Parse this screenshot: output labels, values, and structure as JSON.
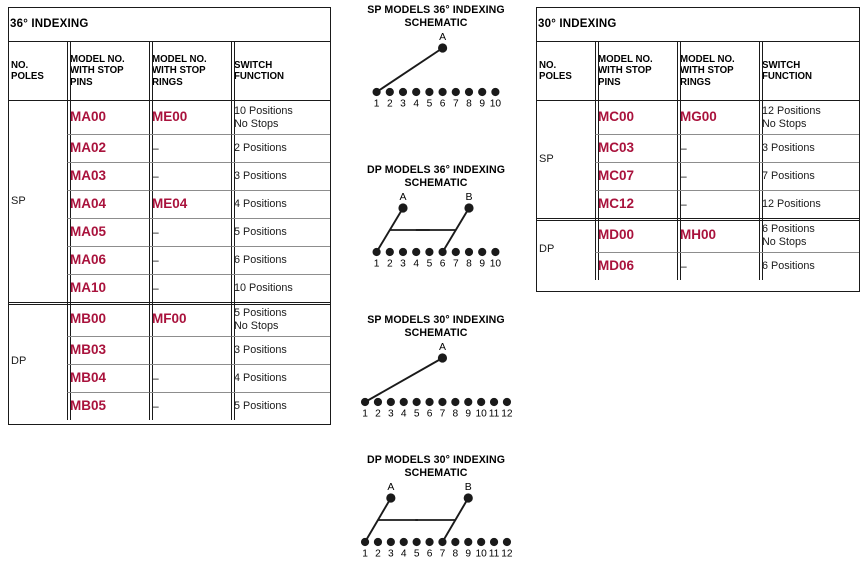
{
  "tables": [
    {
      "id": "indexing-36",
      "title": "36° INDEXING",
      "columns": [
        "NO.\nPOLES",
        "MODEL NO.\nWITH STOP\nPINS",
        "MODEL NO.\nWITH STOP\nRINGS",
        "SWITCH\nFUNCTION"
      ],
      "columns_lines": [
        [
          "NO.",
          "POLES"
        ],
        [
          "MODEL NO.",
          "WITH STOP",
          "PINS"
        ],
        [
          "MODEL NO.",
          "WITH STOP",
          "RINGS"
        ],
        [
          "SWITCH",
          "FUNCTION"
        ]
      ],
      "groups": [
        {
          "poles": "SP",
          "rows": [
            {
              "pins": "MA00",
              "rings": "ME00",
              "function": "10 Positions\nNo Stops",
              "function_lines": [
                "10 Positions",
                "No Stops"
              ]
            },
            {
              "pins": "MA02",
              "rings": "–",
              "function": "2 Positions",
              "function_lines": [
                "2 Positions"
              ]
            },
            {
              "pins": "MA03",
              "rings": "–",
              "function": "3 Positions",
              "function_lines": [
                "3 Positions"
              ]
            },
            {
              "pins": "MA04",
              "rings": "ME04",
              "function": "4 Positions",
              "function_lines": [
                "4 Positions"
              ]
            },
            {
              "pins": "MA05",
              "rings": "–",
              "function": "5 Positions",
              "function_lines": [
                "5 Positions"
              ]
            },
            {
              "pins": "MA06",
              "rings": "–",
              "function": "6 Positions",
              "function_lines": [
                "6 Positions"
              ]
            },
            {
              "pins": "MA10",
              "rings": "–",
              "function": "10 Positions",
              "function_lines": [
                "10 Positions"
              ]
            }
          ]
        },
        {
          "poles": "DP",
          "rows": [
            {
              "pins": "MB00",
              "rings": "MF00",
              "function": "5 Positions\nNo Stops",
              "function_lines": [
                "5 Positions",
                "No Stops"
              ]
            },
            {
              "pins": "MB03",
              "rings": "",
              "function": "3 Positions",
              "function_lines": [
                "3 Positions"
              ]
            },
            {
              "pins": "MB04",
              "rings": "–",
              "function": "4 Positions",
              "function_lines": [
                "4 Positions"
              ]
            },
            {
              "pins": "MB05",
              "rings": "–",
              "function": "5 Positions",
              "function_lines": [
                "5 Positions"
              ]
            }
          ]
        }
      ]
    },
    {
      "id": "indexing-30",
      "title": "30° INDEXING",
      "columns": [
        "NO.\nPOLES",
        "MODEL NO.\nWITH STOP\nPINS",
        "MODEL NO.\nWITH STOP\nRINGS",
        "SWITCH\nFUNCTION"
      ],
      "columns_lines": [
        [
          "NO.",
          "POLES"
        ],
        [
          "MODEL NO.",
          "WITH STOP",
          "PINS"
        ],
        [
          "MODEL NO.",
          "WITH STOP",
          "RINGS"
        ],
        [
          "SWITCH",
          "FUNCTION"
        ]
      ],
      "groups": [
        {
          "poles": "SP",
          "rows": [
            {
              "pins": "MC00",
              "rings": "MG00",
              "function": "12 Positions\nNo Stops",
              "function_lines": [
                "12 Positions",
                "No Stops"
              ]
            },
            {
              "pins": "MC03",
              "rings": "–",
              "function": "3 Positions",
              "function_lines": [
                "3 Positions"
              ]
            },
            {
              "pins": "MC07",
              "rings": "–",
              "function": "7 Positions",
              "function_lines": [
                "7 Positions"
              ]
            },
            {
              "pins": "MC12",
              "rings": "–",
              "function": "12 Positions",
              "function_lines": [
                "12 Positions"
              ]
            }
          ]
        },
        {
          "poles": "DP",
          "rows": [
            {
              "pins": "MD00",
              "rings": "MH00",
              "function": "6 Positions\nNo Stops",
              "function_lines": [
                "6 Positions",
                "No Stops"
              ]
            },
            {
              "pins": "MD06",
              "rings": "–",
              "function": "6 Positions",
              "function_lines": [
                "6 Positions"
              ]
            }
          ]
        }
      ]
    }
  ],
  "schematics": [
    {
      "id": "sp-36",
      "title_lines": [
        "SP MODELS 36°  INDEXING",
        "SCHEMATIC"
      ],
      "terminal_count": 10,
      "terminal_labels": [
        "1",
        "2",
        "3",
        "4",
        "5",
        "6",
        "7",
        "8",
        "9",
        "10"
      ],
      "poles": [
        {
          "label": "A",
          "pole_over_terminal": 6,
          "connects_to_terminal": 1
        }
      ],
      "has_bus_bar": false
    },
    {
      "id": "dp-36",
      "title_lines": [
        "DP MODELS 36°  INDEXING",
        "SCHEMATIC"
      ],
      "terminal_count": 10,
      "terminal_labels": [
        "1",
        "2",
        "3",
        "4",
        "5",
        "6",
        "7",
        "8",
        "9",
        "10"
      ],
      "poles": [
        {
          "label": "A",
          "pole_over_terminal": 3,
          "connects_to_terminal": 1
        },
        {
          "label": "B",
          "pole_over_terminal": 8,
          "connects_to_terminal": 6
        }
      ],
      "has_bus_bar": true
    },
    {
      "id": "sp-30",
      "title_lines": [
        "SP MODELS 30°  INDEXING",
        "SCHEMATIC"
      ],
      "terminal_count": 12,
      "terminal_labels": [
        "1",
        "2",
        "3",
        "4",
        "5",
        "6",
        "7",
        "8",
        "9",
        "10",
        "11",
        "12"
      ],
      "poles": [
        {
          "label": "A",
          "pole_over_terminal": 7,
          "connects_to_terminal": 1
        }
      ],
      "has_bus_bar": false
    },
    {
      "id": "dp-30",
      "title_lines": [
        "DP MODELS 30°  INDEXING",
        "SCHEMATIC"
      ],
      "terminal_count": 12,
      "terminal_labels": [
        "1",
        "2",
        "3",
        "4",
        "5",
        "6",
        "7",
        "8",
        "9",
        "10",
        "11",
        "12"
      ],
      "poles": [
        {
          "label": "A",
          "pole_over_terminal": 3,
          "connects_to_terminal": 1
        },
        {
          "label": "B",
          "pole_over_terminal": 9,
          "connects_to_terminal": 7
        }
      ],
      "has_bus_bar": true
    }
  ],
  "colors": {
    "model_red": "#A9123C",
    "rule_black": "#1a1a1a",
    "rule_gray": "#8d8d8d",
    "text_black": "#000000"
  }
}
